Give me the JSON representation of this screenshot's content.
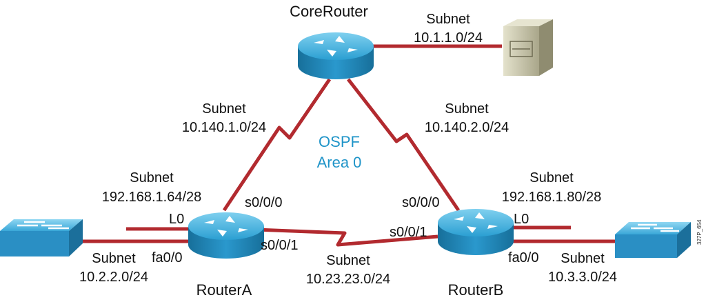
{
  "diagram": {
    "area_label_1": "OSPF",
    "area_label_2": "Area 0",
    "routers": {
      "core": "CoreRouter",
      "a": "RouterA",
      "b": "RouterB"
    },
    "subnets": {
      "core_server": {
        "label": "Subnet",
        "value": "10.1.1.0/24"
      },
      "core_a": {
        "label": "Subnet",
        "value": "10.140.1.0/24"
      },
      "core_b": {
        "label": "Subnet",
        "value": "10.140.2.0/24"
      },
      "a_loopback": {
        "label": "Subnet",
        "value": "192.168.1.64/28"
      },
      "b_loopback": {
        "label": "Subnet",
        "value": "192.168.1.80/28"
      },
      "a_lan": {
        "label": "Subnet",
        "value": "10.2.2.0/24"
      },
      "a_b": {
        "label": "Subnet",
        "value": "10.23.23.0/24"
      },
      "b_lan": {
        "label": "Subnet",
        "value": "10.3.3.0/24"
      }
    },
    "interfaces": {
      "a_s000": "s0/0/0",
      "a_s001": "s0/0/1",
      "a_l0": "L0",
      "a_fa00": "fa0/0",
      "b_s000": "s0/0/0",
      "b_s001": "s0/0/1",
      "b_l0": "L0",
      "b_fa00": "fa0/0"
    },
    "figure_id": "327P_654",
    "colors": {
      "link": "#b22a2f",
      "router": "#1e8fc0",
      "switch": "#2a9ad0",
      "ospf_text": "#1f94c8",
      "server": "#c8c5a8"
    }
  }
}
